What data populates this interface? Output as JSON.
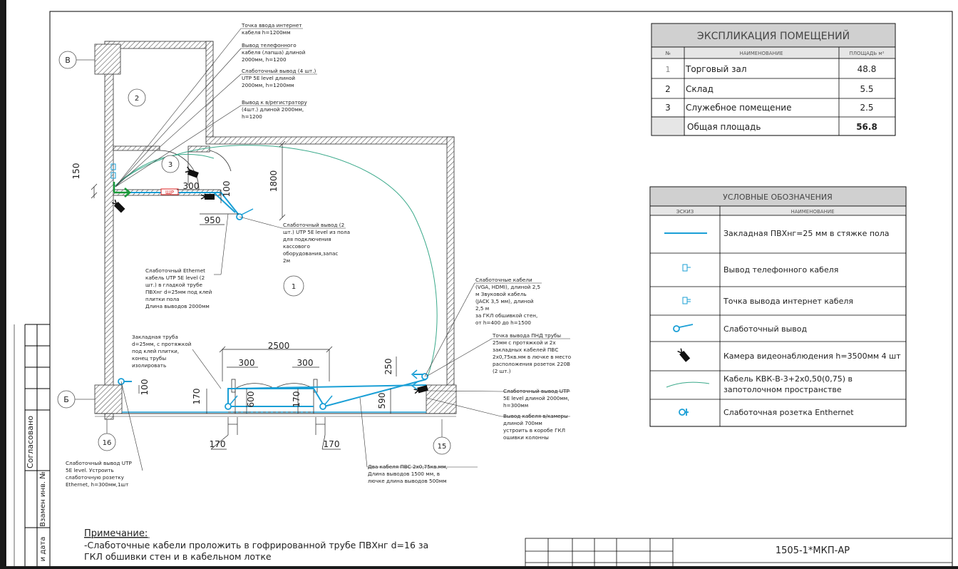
{
  "axes": {
    "b_upper": "В",
    "b_lower": "Б",
    "a15": "15",
    "a16": "16"
  },
  "rooms": {
    "r1": "1",
    "r2": "2",
    "r3": "3"
  },
  "dims": {
    "d150": "150",
    "d300a": "300",
    "d100a": "100",
    "d1800": "1800",
    "d950": "950",
    "d2500": "2500",
    "d300b": "300",
    "d300c": "300",
    "d250": "250",
    "d100b": "100",
    "d170a": "170",
    "d600": "600",
    "d170b": "170",
    "d590": "590",
    "d170c": "170",
    "d170d": "170"
  },
  "panel_label": "ЩР",
  "callouts": {
    "c1": [
      "Точка ввода интернет",
      "кабеля h=1200мм"
    ],
    "c2": [
      "Вывод телефонного",
      "кабеля (лапша) длиной",
      "2000мм, h=1200"
    ],
    "c3": [
      "Слаботочный вывод (4 шт.)",
      "UTP 5E level длиной",
      "2000мм, h=1200мм"
    ],
    "c4": [
      "Вывод к в/регистратору",
      "(4шт.) длиной 2000мм,",
      "h=1200"
    ],
    "c5": [
      "Слаботочный вывод (2",
      "шт.) UTP 5E level из пола",
      "для подключения",
      "кассового",
      "оборудования,запас",
      "2м"
    ],
    "c6": [
      "Слаботочный Ethernet",
      "кабель UTP 5E level (2",
      "шт.) в гладкой трубе",
      "ПВХнг d=25мм под клей",
      "плитки пола",
      "Длина выводов 2000мм"
    ],
    "c7": [
      "Слаботочные кабели",
      "(VGA, HDMI), длиной 2,5",
      "м Звуковой кабель",
      "(JACK 3,5 мм), длиной",
      "2,5 м",
      "за ГКЛ обшивкой стен,",
      "от h=400 до h=1500"
    ],
    "c8": [
      "Закладная труба",
      "d=25мм, с протяжкой",
      "под клей плитки,",
      "конец трубы",
      "изолировать"
    ],
    "c9": [
      "Точка вывода ПНД трубы",
      "25мм с протяжкой и 2х",
      "закладных кабелей ПВС",
      "2х0,75кв.мм в лючке в место",
      "расположения розеток 220В",
      "(2 шт.)"
    ],
    "c10": [
      "Слаботочный вывод UTP",
      "5E level длиной 2000мм,",
      "h=300мм"
    ],
    "c11": [
      "Вывод кабеля в/камеры",
      "длиной 700мм",
      "устроить в коробе ГКЛ",
      "ошивки колонны"
    ],
    "c12": [
      "Два кабеля ПВС 2х0,75кв.мм,",
      "Длина выводов 1500 мм, в",
      "лючке длина выводов 500мм"
    ],
    "c13": [
      "Слаботочный вывод UTP",
      "5E level. Устроить",
      "слаботочную розетку",
      "Ethernet, h=300мм,1шт"
    ]
  },
  "explication": {
    "title": "ЭКСПЛИКАЦИЯ ПОМЕЩЕНИЙ",
    "headers": [
      "№",
      "НАИМЕНОВАНИЕ",
      "ПЛОЩАДЬ м²"
    ],
    "rows": [
      {
        "n": "1",
        "name": "Торговый зал",
        "area": "48.8"
      },
      {
        "n": "2",
        "name": "Склад",
        "area": "5.5"
      },
      {
        "n": "3",
        "name": "Служебное помещение",
        "area": "2.5"
      }
    ],
    "total_label": "Общая площадь",
    "total_value": "56.8"
  },
  "legend": {
    "title": "УСЛОВНЫЕ ОБОЗНАЧЕНИЯ",
    "headers": [
      "ЭСКИЗ",
      "НАИМЕНОВАНИЕ"
    ],
    "items": [
      {
        "icon": "conduit-line",
        "text": [
          "Закладная ПВХнг=25 мм в стяжке пола"
        ]
      },
      {
        "icon": "phone-outlet",
        "text": [
          "Вывод телефонного кабеля"
        ]
      },
      {
        "icon": "internet-outlet",
        "text": [
          "Точка вывода интернет кабеля"
        ]
      },
      {
        "icon": "low-current-outlet",
        "text": [
          "Слаботочный вывод"
        ]
      },
      {
        "icon": "camera",
        "text": [
          "Камера видеонаблюдения h=3500мм 4 шт"
        ]
      },
      {
        "icon": "ceiling-cable",
        "text": [
          "Кабель КВК-В-3+2х0,50(0,75) в",
          "запотолочном пространстве"
        ]
      },
      {
        "icon": "ethernet-socket",
        "text": [
          "Слаботочная розетка Enthernet"
        ]
      }
    ]
  },
  "side_stamp": {
    "agreed": "Согласовано",
    "replaced": "Взамен инв. №",
    "date": "и дата"
  },
  "notes": {
    "title": "Примечание:",
    "lines": [
      "-Слаботочные кабели проложить в гофрированной трубе ПВХнг d=16 за",
      "ГКЛ обшивки стен и в кабельном лотке"
    ]
  },
  "titleblock": {
    "code": "1505-1*МКП-АР"
  },
  "colors": {
    "conduit": "#1a9fd6",
    "ceiling_cable": "#3aa98a",
    "green": "#1a9a3a",
    "panel": "#d22"
  }
}
